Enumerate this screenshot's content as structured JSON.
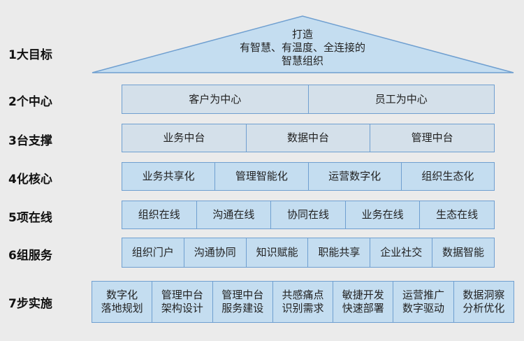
{
  "levels": [
    {
      "label": "1大目标",
      "goal": [
        "打造",
        "有智慧、有温度、全连接的",
        "智慧组织"
      ]
    },
    {
      "label": "2个中心",
      "items": [
        "客户为中心",
        "员工为中心"
      ]
    },
    {
      "label": "3台支撑",
      "items": [
        "业务中台",
        "数据中台",
        "管理中台"
      ]
    },
    {
      "label": "4化核心",
      "items": [
        "业务共享化",
        "管理智能化",
        "运营数字化",
        "组织生态化"
      ]
    },
    {
      "label": "5项在线",
      "items": [
        "组织在线",
        "沟通在线",
        "协同在线",
        "业务在线",
        "生态在线"
      ]
    },
    {
      "label": "6组服务",
      "items": [
        "组织门户",
        "沟通协同",
        "知识赋能",
        "职能共享",
        "企业社交",
        "数据智能"
      ]
    },
    {
      "label": "7步实施",
      "items": [
        [
          "数字化",
          "落地规划"
        ],
        [
          "管理中台",
          "架构设计"
        ],
        [
          "管理中台",
          "服务建设"
        ],
        [
          "共感痛点",
          "识别需求"
        ],
        [
          "敏捷开发",
          "快速部署"
        ],
        [
          "运营推广",
          "数字驱动"
        ],
        [
          "数据洞察",
          "分析优化"
        ]
      ]
    }
  ]
}
